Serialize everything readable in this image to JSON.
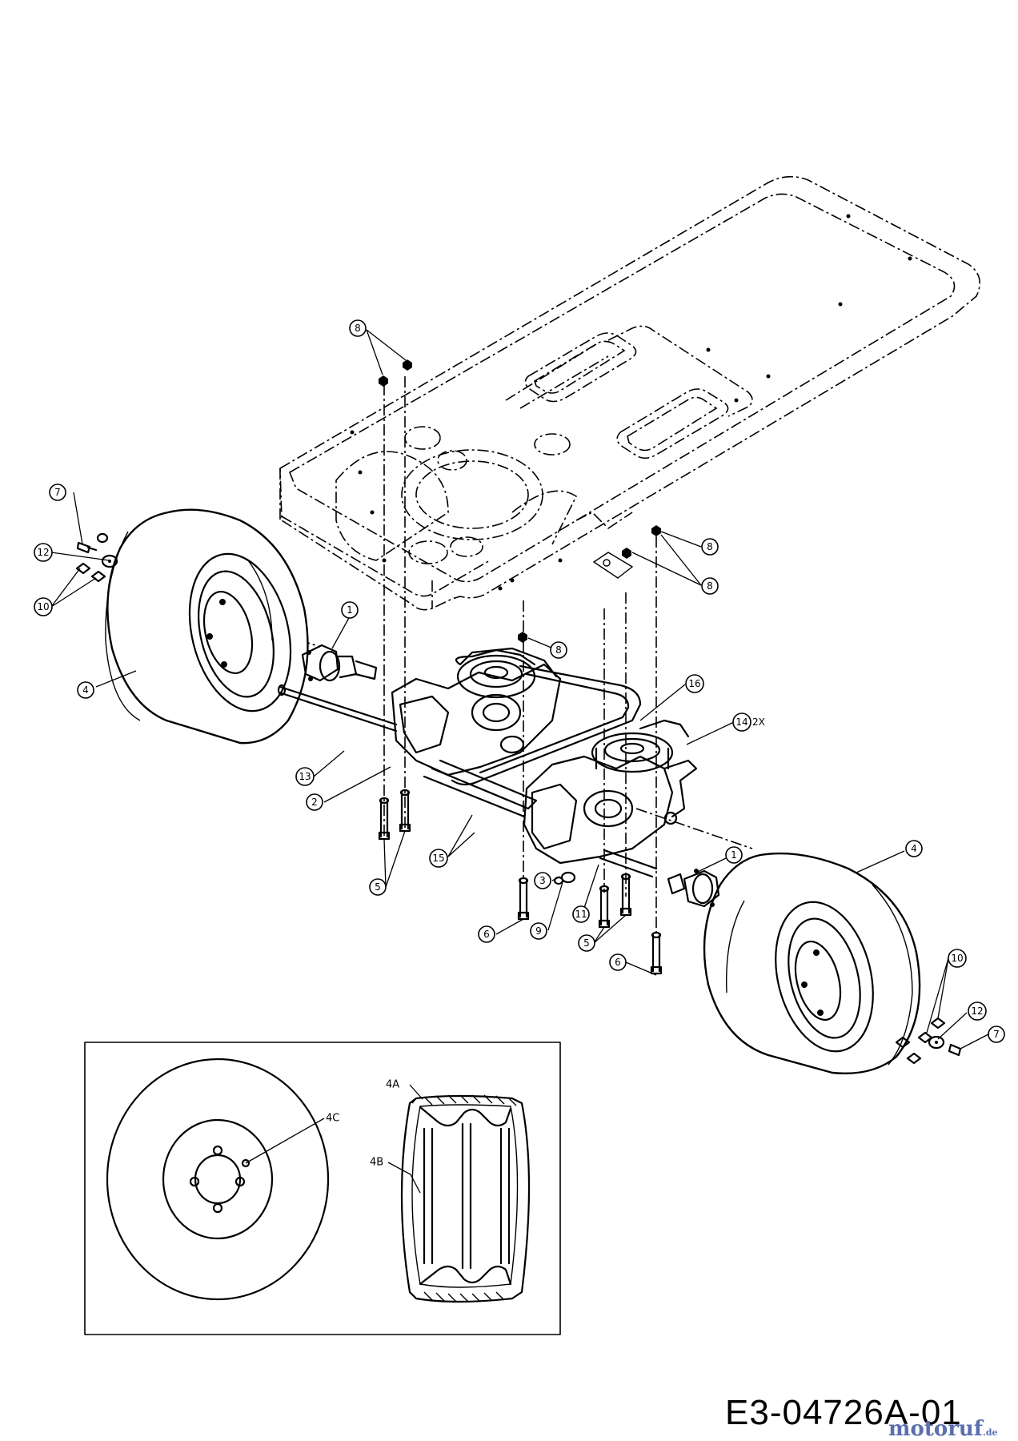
{
  "drawing_number": "E3-04726A-01",
  "watermark": {
    "text": "motoruf",
    "tld": ".de"
  },
  "callouts": {
    "c1a": "1",
    "c1b": "1",
    "c2": "2",
    "c3": "3",
    "c4a": "4",
    "c4b": "4",
    "c5a": "5",
    "c5b": "5",
    "c6a": "6",
    "c6b": "6",
    "c7a": "7",
    "c7b": "7",
    "c8a": "8",
    "c8b": "8",
    "c8c": "8",
    "c8d": "8",
    "c9": "9",
    "c10a": "10",
    "c10b": "10",
    "c11": "11",
    "c12a": "12",
    "c12b": "12",
    "c13": "13",
    "c14": "14",
    "c14_qty": "2X",
    "c15": "15",
    "c16": "16"
  },
  "inset": {
    "label_4a": "4A",
    "label_4b": "4B",
    "label_4c": "4C"
  }
}
